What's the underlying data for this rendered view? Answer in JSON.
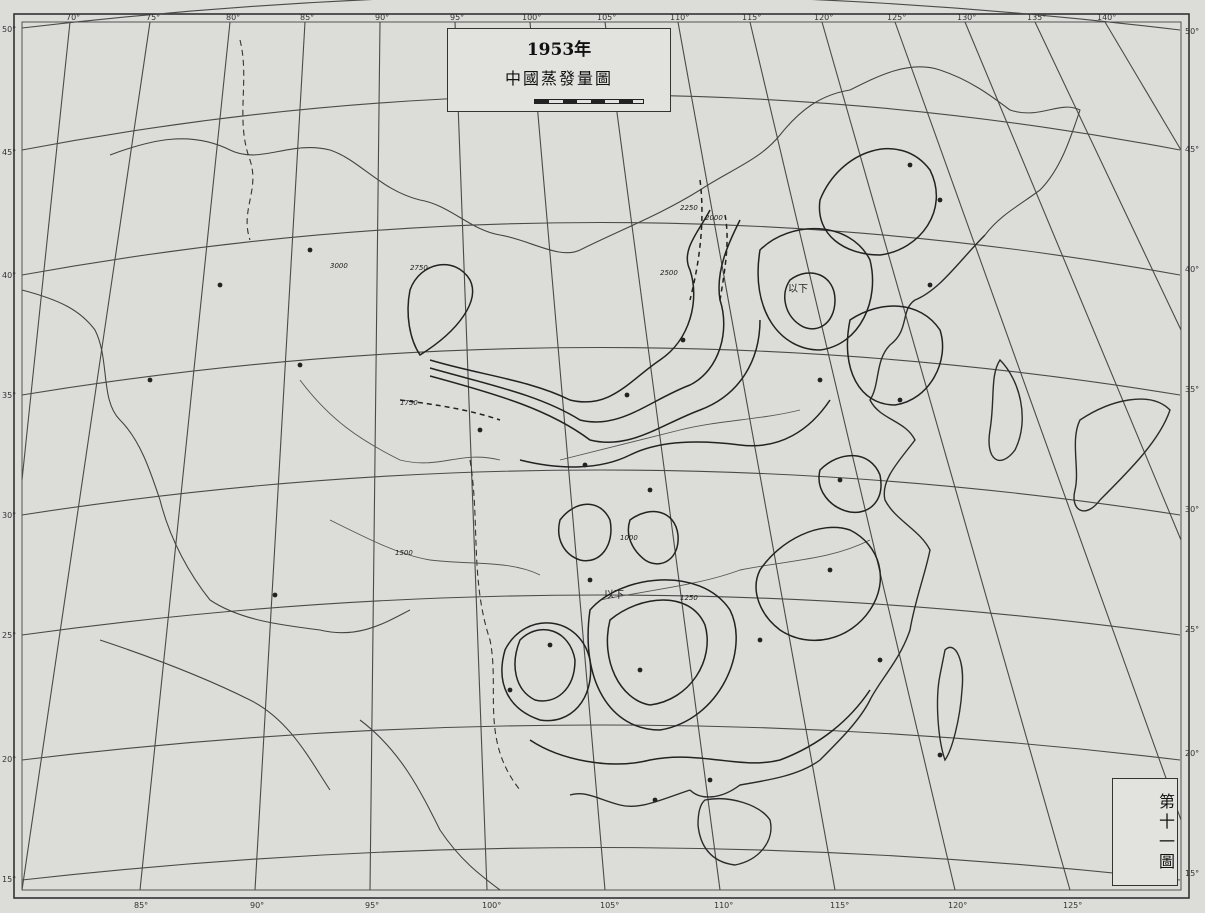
{
  "title": {
    "year": "1953年",
    "main": "中國蒸發量圖"
  },
  "plate": "第十一圖",
  "longitude_ticks": {
    "top": [
      "70°",
      "75°",
      "80°",
      "85°",
      "90°",
      "95°",
      "100°",
      "105°",
      "110°",
      "115°",
      "120°",
      "125°",
      "130°",
      "135°",
      "140°"
    ],
    "bottom": [
      "85°",
      "90°",
      "95°",
      "100°",
      "105°",
      "110°",
      "115°",
      "120°",
      "125°"
    ]
  },
  "latitude_ticks": {
    "left": [
      "50°",
      "45°",
      "40°",
      "35°",
      "30°",
      "25°",
      "20°",
      "15°"
    ],
    "right": [
      "50°",
      "45°",
      "40°",
      "35°",
      "30°",
      "25°",
      "20°",
      "15°"
    ]
  },
  "isoline_labels": [
    "1000",
    "1250",
    "1500",
    "1750",
    "2000",
    "2250",
    "2500",
    "2750",
    "3000"
  ],
  "annotations": {
    "below_left": "以下",
    "below_right": "以下"
  },
  "colors": {
    "paper": "#dcdcd8",
    "ink": "#222222"
  }
}
